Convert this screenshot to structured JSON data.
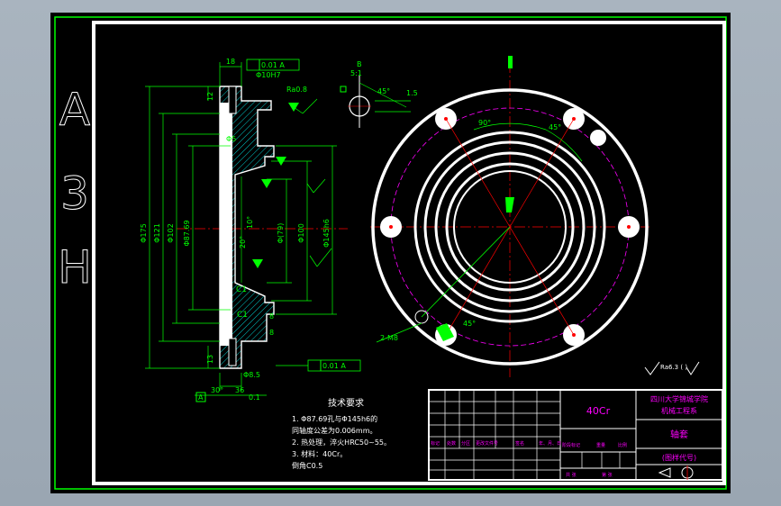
{
  "sheet": {
    "size_code": [
      "A",
      "3",
      "H"
    ],
    "background": "#000000",
    "border_color": "#ffffff",
    "frame_color": "#00ff00"
  },
  "colors": {
    "outline": "#ffffff",
    "dimension": "#00ff00",
    "center_line": "#ff0000",
    "pitch_circle": "#ff00ff",
    "section_hatch": "#00ffff",
    "title_text": "#ff00ff"
  },
  "section_view": {
    "dims": {
      "d175": "Φ175",
      "d121": "Φ121",
      "d102": "Φ102",
      "d87": "Φ87.69",
      "d79": "Φ(79)",
      "d100": "Φ100",
      "d145": "Φ145h6",
      "top18": "18",
      "top12": "12",
      "d10": "Φ10H7",
      "phi5": "Φ5",
      "ang20": "20°",
      "ang10": "10°",
      "c1a": "C1",
      "c1b": "C1",
      "d8": "8",
      "d13": "13",
      "d8b": "8",
      "d85": "Φ8.5",
      "d36": "36",
      "d30": "30°",
      "d01": "0.1"
    },
    "tol_top": "0.01 A",
    "tol_bottom": "0.01 A",
    "roughness": "Ra0.8",
    "datum": "A"
  },
  "detail_view": {
    "label": "B",
    "scale": "5:1",
    "dim15": "1.5",
    "ang45": "45°"
  },
  "plan_view": {
    "ang90": "90°",
    "ang45a": "45°",
    "ang45b": "45°",
    "note": "2-M8",
    "roughness_note": "Ra6.3 (  )"
  },
  "tech_notes": {
    "title": "技术要求",
    "lines": [
      "1. Φ87.69孔与Φ145h6的",
      "同轴度公差为0.006mm。",
      "2. 热处理，淬火HRC50~55。",
      "3. 材料：40Cr。",
      "   倒角C0.5"
    ]
  },
  "title_block": {
    "material": "40Cr",
    "institution_line1": "四川大学锦城学院",
    "institution_line2": "机械工程系",
    "part_name": "轴套",
    "drawing_code": "(图样代号)",
    "header_labels": [
      "标记",
      "处数",
      "分区",
      "更改文件号",
      "签名",
      "年、月、日"
    ],
    "stage_labels": [
      "阶段标记",
      "重量",
      "比例"
    ],
    "sheet_labels": [
      "共  张",
      "第  张"
    ]
  }
}
